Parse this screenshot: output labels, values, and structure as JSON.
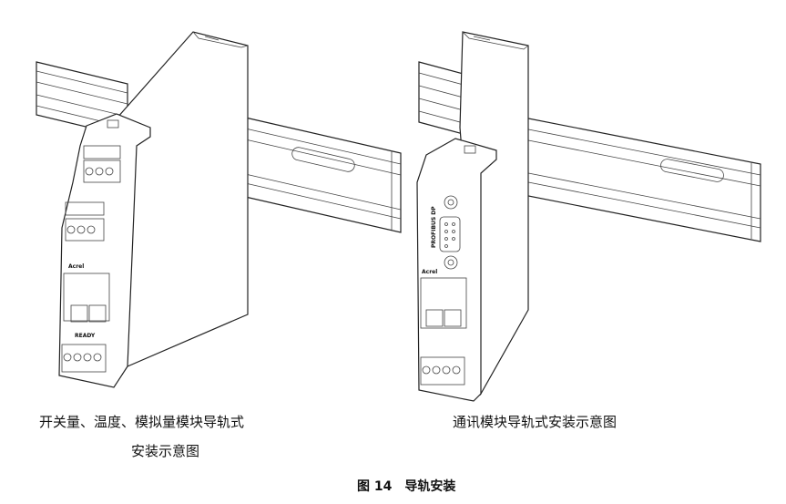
{
  "figure": {
    "left_caption_line1": "开关量、温度、模拟量模块导轨式",
    "left_caption_line2": "安装示意图",
    "right_caption": "通讯模块导轨式安装示意图",
    "figure_label": "图 14　导轨安装"
  },
  "drawing_labels": {
    "brand": "Acrel",
    "profibus": "PROFIBUS DP",
    "ready": "READY"
  }
}
